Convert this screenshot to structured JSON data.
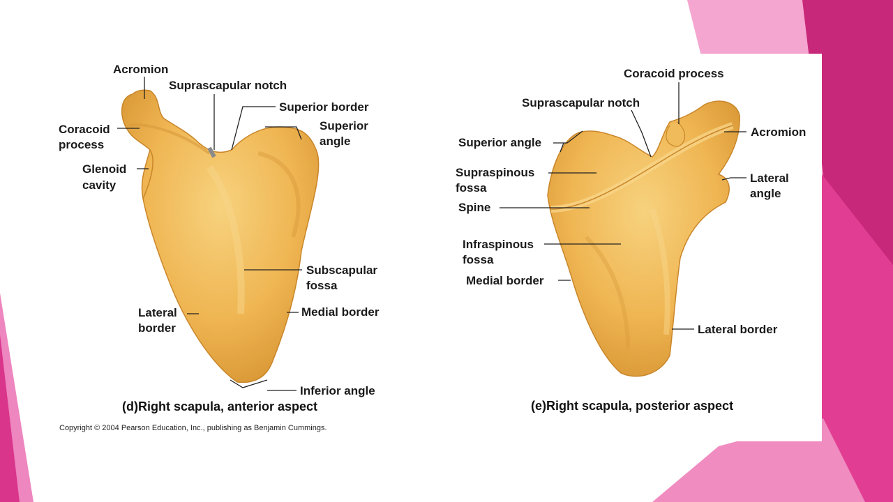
{
  "anterior": {
    "labels": {
      "acromion": "Acromion",
      "suprascapular_notch": "Suprascapular notch",
      "superior_border": "Superior border",
      "superior_angle_1": "Superior",
      "superior_angle_2": "angle",
      "coracoid_1": "Coracoid",
      "coracoid_2": "process",
      "glenoid_1": "Glenoid",
      "glenoid_2": "cavity",
      "subscapular_1": "Subscapular",
      "subscapular_2": "fossa",
      "lateral_border_1": "Lateral",
      "lateral_border_2": "border",
      "medial_border": "Medial border",
      "inferior_angle": "Inferior angle"
    },
    "caption": "(d)Right scapula, anterior aspect",
    "copyright": "Copyright © 2004 Pearson Education, Inc., publishing as Benjamin Cummings."
  },
  "posterior": {
    "labels": {
      "coracoid_process": "Coracoid process",
      "suprascapular_notch": "Suprascapular notch",
      "acromion": "Acromion",
      "superior_angle": "Superior angle",
      "supraspinous_1": "Supraspinous",
      "supraspinous_2": "fossa",
      "lateral_angle_1": "Lateral",
      "lateral_angle_2": "angle",
      "spine": "Spine",
      "infraspinous_1": "Infraspinous",
      "infraspinous_2": "fossa",
      "medial_border": "Medial border",
      "lateral_border": "Lateral border"
    },
    "caption": "(e)Right scapula, posterior aspect"
  },
  "colors": {
    "bone": "#efb552",
    "bone_light": "#f7d27e",
    "bone_shadow": "#d08f2c",
    "pink_light": "#f49ac9",
    "pink_mid": "#e5489d",
    "pink_dark": "#c2246f"
  }
}
